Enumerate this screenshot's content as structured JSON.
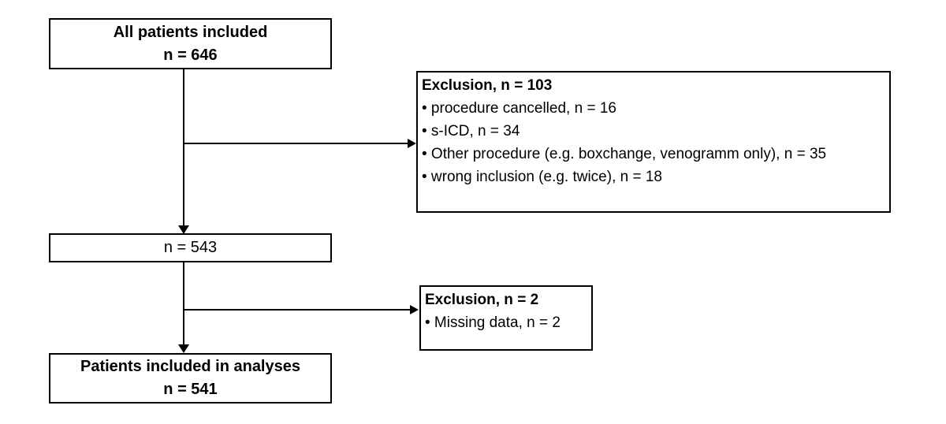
{
  "colors": {
    "background": "#ffffff",
    "line": "#000000",
    "text": "#000000"
  },
  "flow": {
    "top_box": {
      "title": "All patients included",
      "count": "n = 646"
    },
    "exclusion_box_1": {
      "title": "Exclusion, n = 103",
      "items": [
        "• procedure cancelled, n = 16",
        "• s-ICD, n = 34",
        "• Other procedure (e.g. boxchange, venogramm only), n = 35",
        "• wrong inclusion (e.g. twice), n = 18"
      ]
    },
    "middle_box": {
      "count": "n = 543"
    },
    "exclusion_box_2": {
      "title": "Exclusion, n = 2",
      "items": [
        "• Missing data, n = 2"
      ]
    },
    "bottom_box": {
      "title": "Patients included in analyses",
      "count": "n = 541"
    }
  }
}
